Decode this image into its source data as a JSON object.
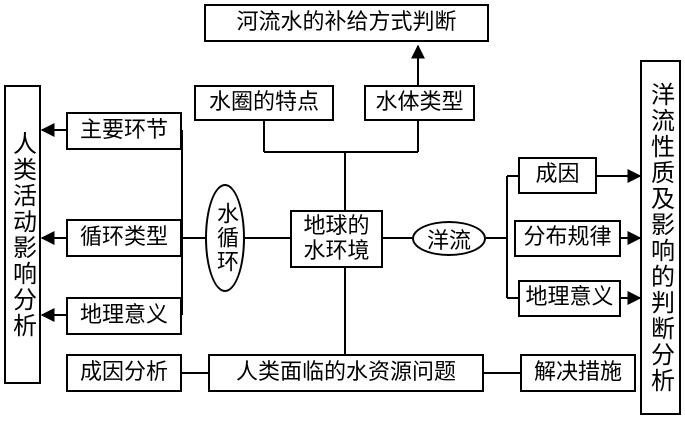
{
  "nodes": {
    "center": {
      "line1": "地球的",
      "line2": "水环境"
    },
    "water_cycle": "水循环",
    "ocean_current": "洋流",
    "hydrosphere_features": "水圈的特点",
    "water_body_types": "水体类型",
    "river_supply": "河流水的补给方式判断",
    "human_impact": "人类活动影响分析",
    "main_links": "主要环节",
    "cycle_types": "循环类型",
    "geo_significance_left": "地理意义",
    "cause": "成因",
    "distribution": "分布规律",
    "geo_significance_right": "地理意义",
    "current_nature": "洋流性质及影响的判断分析",
    "cause_analysis": "成因分析",
    "water_problem": "人类面临的水资源问题",
    "solutions": "解决措施"
  }
}
